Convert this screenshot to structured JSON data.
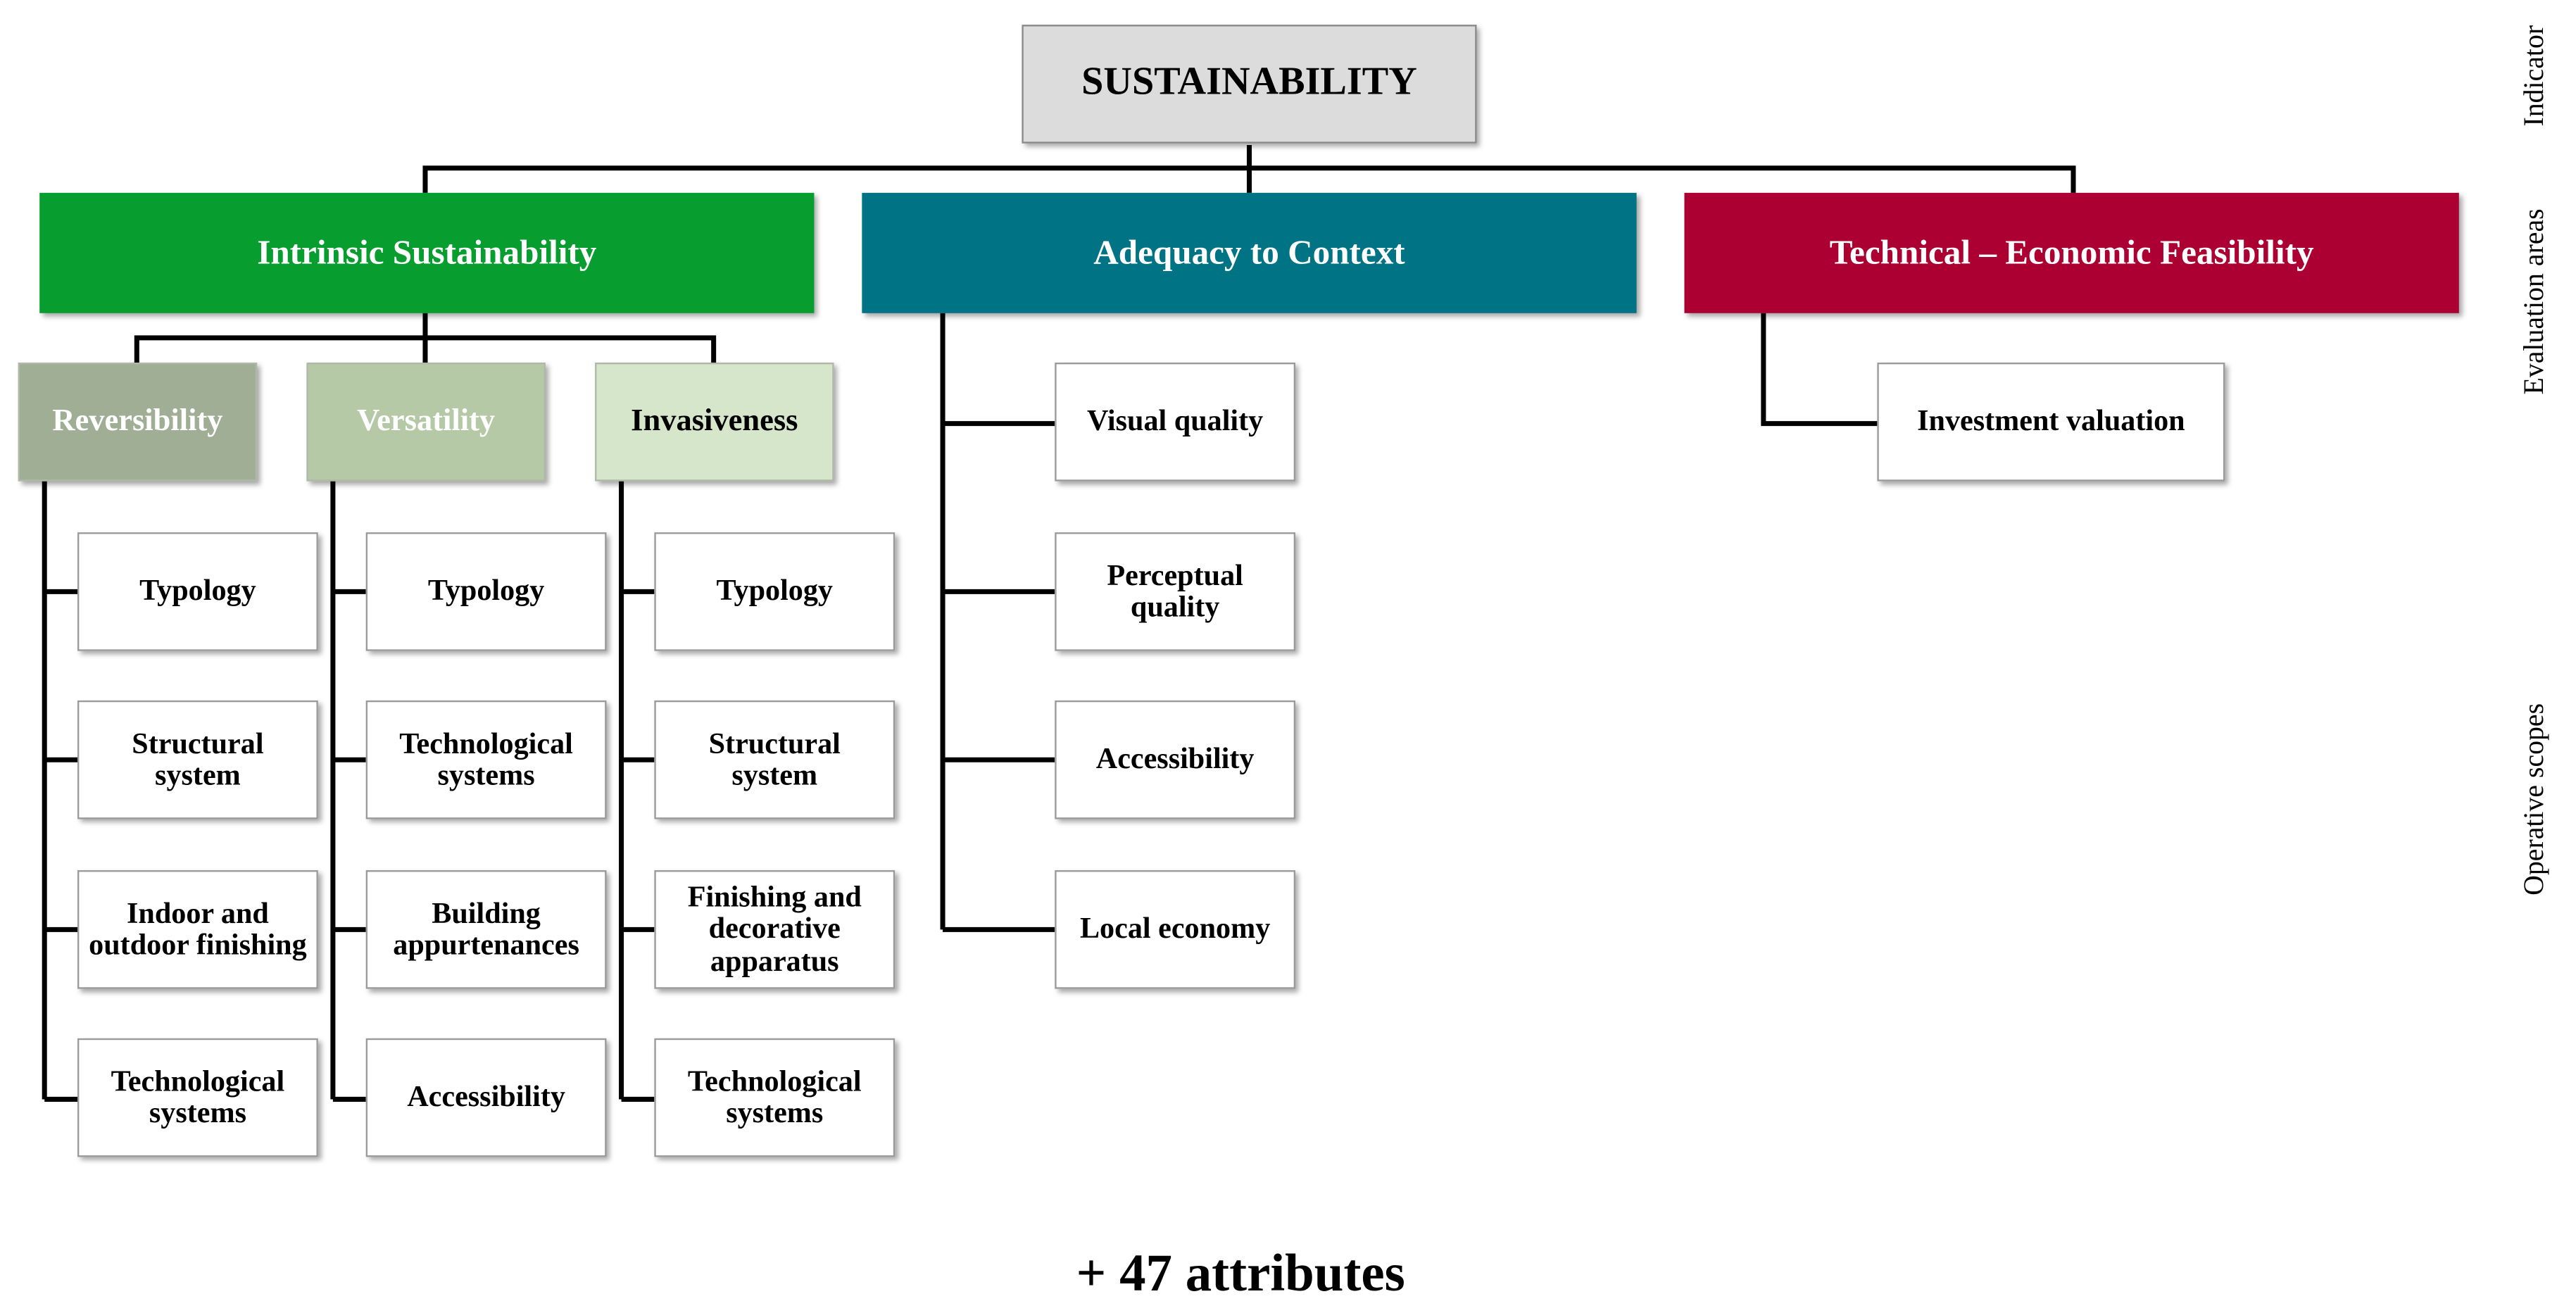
{
  "colors": {
    "intrinsic": "#089d2f",
    "context": "#007385",
    "feasibility": "#ad0032",
    "reversibility": "#a1ae96",
    "versatility": "#b5c9a6",
    "invasiveness": "#d5e6cb",
    "root_bg": "#dcdcdc"
  },
  "indicator": {
    "label": "SUSTAINABILITY"
  },
  "areas": [
    {
      "label": "Intrinsic Sustainability"
    },
    {
      "label": "Adequacy to Context"
    },
    {
      "label": "Technical – Economic Feasibility"
    }
  ],
  "subareas": [
    {
      "label": "Reversibility",
      "leaves": [
        "Typology",
        "Structural system",
        "Indoor and outdoor finishing",
        "Technological systems"
      ]
    },
    {
      "label": "Versatility",
      "leaves": [
        "Typology",
        "Technological systems",
        "Building appurtenances",
        "Accessibility"
      ]
    },
    {
      "label": "Invasiveness",
      "leaves": [
        "Typology",
        "Structural system",
        "Finishing and decorative apparatus",
        "Technological systems"
      ]
    }
  ],
  "context_leaves": [
    "Visual quality",
    "Perceptual quality",
    "Accessibility",
    "Local economy"
  ],
  "feasibility_leaves": [
    "Investment valuation"
  ],
  "side_labels": {
    "indicator": "Indicator",
    "areas": "Evaluation areas",
    "scopes": "Operative scopes"
  },
  "footer": "+ 47 attributes"
}
